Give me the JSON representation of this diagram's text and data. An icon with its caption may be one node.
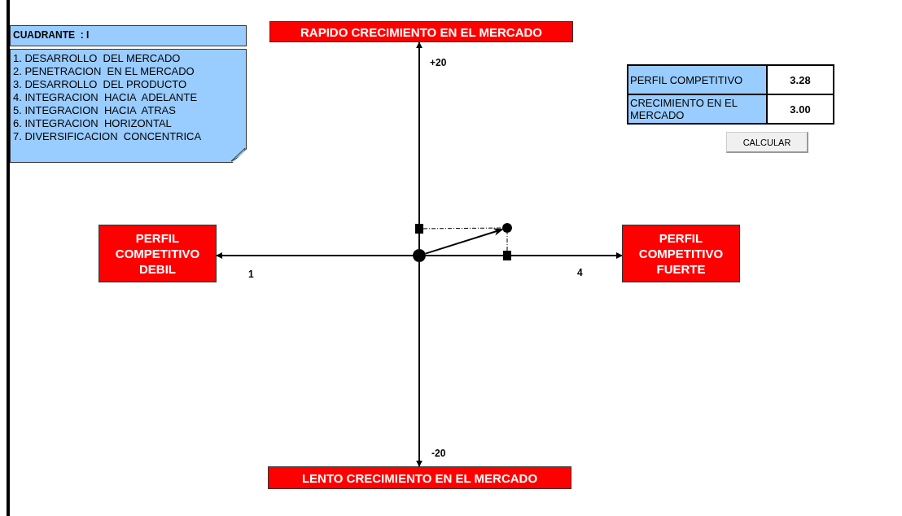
{
  "diagram": {
    "nodes": [
      {
        "text": [
          "CUADRANTE  : I"
        ]
      },
      {
        "text": [
          "1. DESARROLLO  DEL MERCADO",
          "2. PENETRACION  EN EL MERCADO",
          "3. DESARROLLO  DEL PRODUCTO",
          "4. INTEGRACION  HACIA  ADELANTE",
          "5. INTEGRACION  HACIA  ATRAS",
          "6. INTEGRACION  HORIZONTAL",
          "7. DIVERSIFICACION  CONCENTRICA"
        ]
      },
      {
        "text": [
          "RAPIDO CRECIMIENTO EN EL MERCADO"
        ]
      },
      {
        "text": [
          "PERFIL COMPETITIVO DEBIL"
        ]
      },
      {
        "text": [
          "PERFIL COMPETITIVO FUERTE"
        ]
      },
      {
        "text": [
          "LENTO CRECIMIENTO EN EL MERCADO"
        ]
      },
      {
        "text": [],
        "shape": "circle"
      },
      {
        "text": [],
        "shape": "circle"
      },
      {
        "text": [],
        "shape": "box"
      },
      {
        "text": [],
        "shape": "box"
      }
    ],
    "edges": [
      {
        "from": 6,
        "to": 7,
        "arrow": "to"
      },
      {
        "from": 8,
        "to": 7,
        "arrow": "none",
        "style": "dashed"
      },
      {
        "from": 9,
        "to": 7,
        "arrow": "none",
        "style": "dashed"
      },
      {
        "from": 6,
        "to": 2,
        "arrow": "to"
      },
      {
        "from": 6,
        "to": 3,
        "arrow": "to"
      },
      {
        "from": 6,
        "to": 4,
        "arrow": "to"
      },
      {
        "from": 6,
        "to": 5,
        "arrow": "to"
      }
    ],
    "labels": [
      "+20",
      "1",
      "4",
      "-20",
      "PERFIL COMPETITIVO",
      "3.28",
      "CRECIMIENTO EN EL MERCADO",
      "3.00",
      "CALCULAR"
    ]
  }
}
